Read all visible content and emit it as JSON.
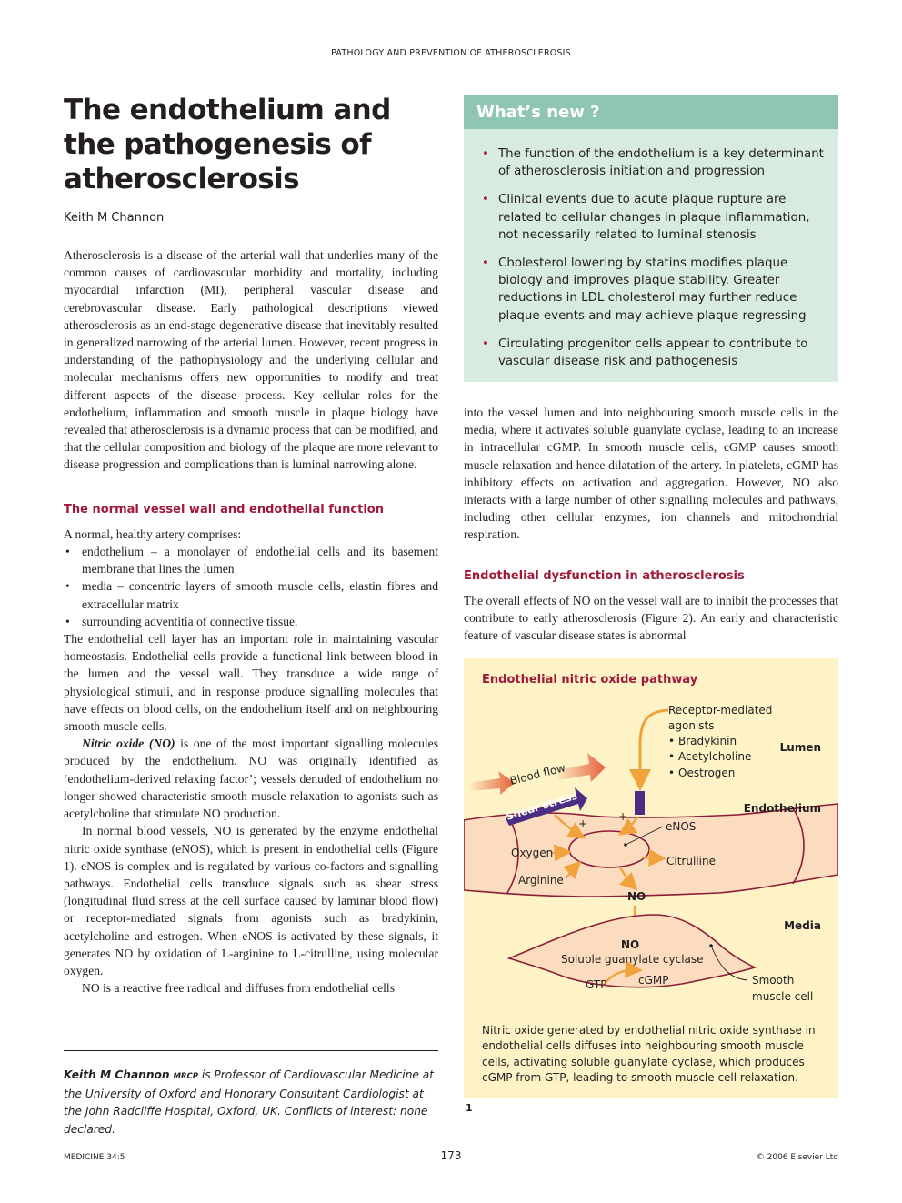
{
  "running_head": "PATHOLOGY AND PREVENTION OF ATHEROSCLEROSIS",
  "article": {
    "title_line1": "The endothelium and",
    "title_line2": "the pathogenesis of",
    "title_line3": "atherosclerosis",
    "author": "Keith M Channon"
  },
  "abstract_paragraph": "Atherosclerosis is a disease of the arterial wall that underlies many of the common causes of cardiovascular morbidity and mortality, including myocardial infarction (MI), peripheral vascular disease and cerebrovascular disease. Early pathological descriptions viewed atherosclerosis as an end-stage degenerative disease that inevitably resulted in generalized narrowing of the arterial lumen. However, recent progress in understanding of the pathophysiology and the underlying cellular and molecular mechanisms offers new opportunities to modify and treat different aspects of the disease process. Key cellular roles for the endothelium, inflammation and smooth muscle in plaque biology have revealed that atherosclerosis is a dynamic process that can be modified, and that the cellular composition and biology of the plaque are more relevant to disease progression and complications than is luminal narrowing alone.",
  "section1": {
    "heading": "The normal vessel wall and endothelial function",
    "intro": "A normal, healthy artery comprises:",
    "bullets": [
      "endothelium – a monolayer of endothelial cells and its basement membrane that lines the lumen",
      "media – concentric layers of smooth muscle cells, elastin fibres and extracellular matrix",
      "surrounding adventitia of connective tissue."
    ],
    "para1": "The endothelial cell layer has an important role in maintaining vascular homeostasis. Endothelial cells provide a functional link between blood in the lumen and the vessel wall. They transduce a wide range of physiological stimuli, and in response produce signalling molecules that have effects on blood cells, on the endothelium itself and on neighbouring smooth muscle cells.",
    "para2_lead": "Nitric oxide (NO)",
    "para2_rest": " is one of the most important signalling molecules produced by the endothelium. NO was originally identified as ‘endothelium-derived relaxing factor’; vessels denuded of endothelium no longer showed characteristic smooth muscle relaxation to agonists such as acetylcholine that stimulate NO production.",
    "para3": "In normal blood vessels, NO is generated by the enzyme endothelial nitric oxide synthase (eNOS), which is present in endothelial cells (Figure 1). eNOS is complex and is regulated by various co-factors and signalling pathways. Endothelial cells transduce signals such as shear stress (longitudinal fluid stress at the cell surface caused by laminar blood flow) or receptor-mediated signals from agonists such as bradykinin, acetylcholine and estrogen. When eNOS is activated by these signals, it generates NO by oxidation of L-arginine to L-citrulline, using molecular oxygen.",
    "para4": "NO is a reactive free radical and diffuses from endothelial cells"
  },
  "bio": {
    "name": "Keith M Channon",
    "degree": "MRCP",
    "text": " is Professor of Cardiovascular Medicine at the University of Oxford and Honorary Consultant Cardiologist at the John Radcliffe Hospital, Oxford, UK. Conflicts of interest: none declared."
  },
  "whats_new": {
    "heading": "What’s new ?",
    "items": [
      "The function of the endothelium is a key determinant of atherosclerosis initiation and progression",
      "Clinical events due to acute plaque rupture are related to cellular changes in plaque inflammation, not necessarily related to luminal stenosis",
      "Cholesterol lowering by statins modifies plaque biology and improves plaque stability. Greater reductions in LDL cholesterol may further reduce plaque events and may achieve plaque regressing",
      "Circulating progenitor cells appear to contribute to vascular disease risk and pathogenesis"
    ]
  },
  "right_para1": "into the vessel lumen and into neighbouring smooth muscle cells in the media, where it activates soluble guanylate cyclase, leading to an increase in intracellular cGMP. In smooth muscle cells, cGMP causes smooth muscle relaxation and hence dilatation of the artery. In platelets, cGMP has inhibitory effects on activation and aggregation. However, NO also interacts with a large number of other signalling molecules and pathways, including other cellular enzymes, ion channels and mitochondrial respiration.",
  "section2": {
    "heading": "Endothelial dysfunction in atherosclerosis",
    "para1": "The overall effects of NO on the vessel wall are to inhibit the processes that contribute to early atherosclerosis (Figure 2). An early and characteristic feature of vascular disease states is abnormal"
  },
  "figure": {
    "title": "Endothelial nitric oxide pathway",
    "labels": {
      "receptor_line1": "Receptor-mediated",
      "receptor_line2": "agonists",
      "agonists": [
        "Bradykinin",
        "Acetylcholine",
        "Oestrogen"
      ],
      "lumen": "Lumen",
      "blood_flow": "Blood flow",
      "shear_stress": "Shear stress",
      "endothelium": "Endothelium",
      "plus": "+",
      "enos": "eNOS",
      "oxygen": "Oxygen",
      "arginine": "Arginine",
      "citrulline": "Citrulline",
      "no_top": "NO",
      "media": "Media",
      "no_cell": "NO",
      "soluble_gc": "Soluble guanylate cyclase",
      "gtp": "GTP",
      "cgmp": "cGMP",
      "smooth": "Smooth",
      "muscle_cell": "muscle cell"
    },
    "caption": "Nitric oxide generated by endothelial nitric oxide synthase in endothelial cells diffuses into neighbouring smooth muscle cells, activating soluble guanylate cyclase, which produces cGMP from GTP, leading to smooth muscle cell relaxation.",
    "number": "1"
  },
  "footer": {
    "journal": "MEDICINE 34:5",
    "page": "173",
    "copyright": "© 2006 Elsevier Ltd"
  }
}
